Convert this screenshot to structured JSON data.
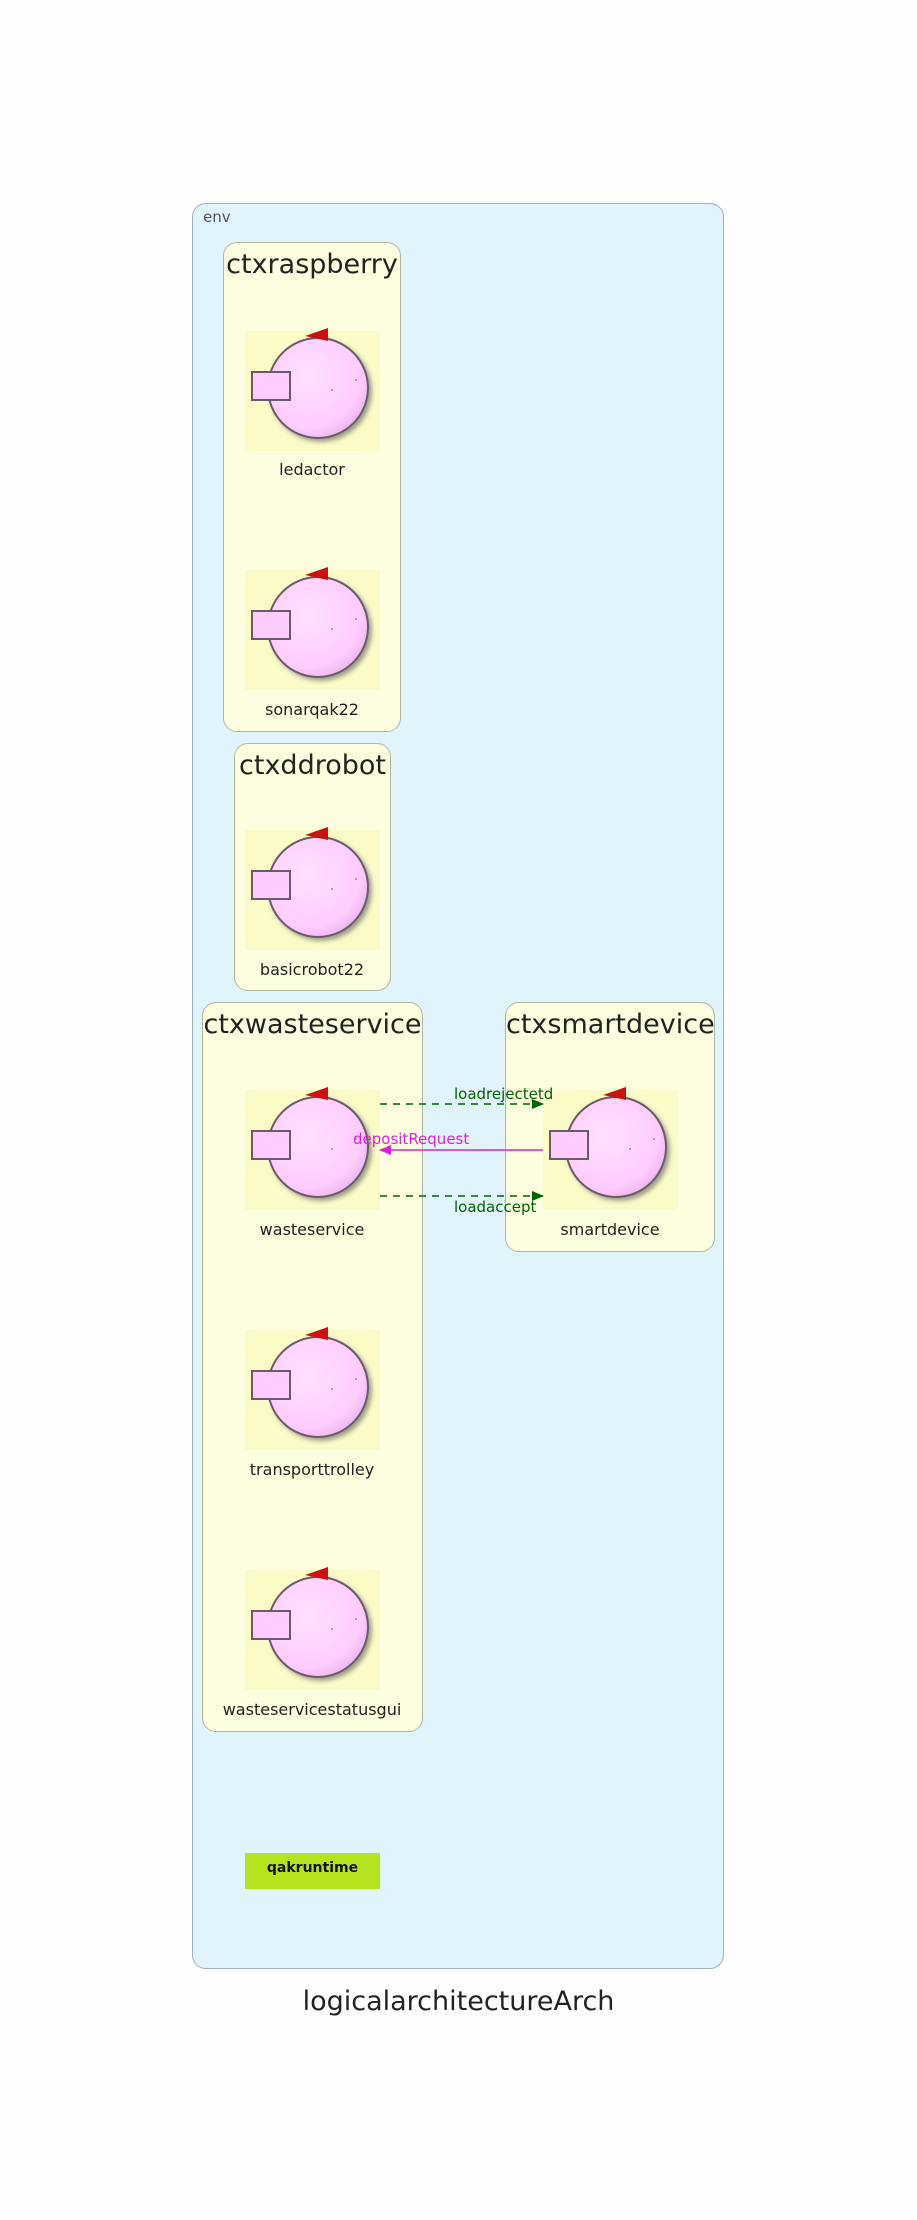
{
  "env": {
    "label": "env"
  },
  "contexts": {
    "ctxraspberry": {
      "title": "ctxraspberry"
    },
    "ctxddrobot": {
      "title": "ctxddrobot"
    },
    "ctxwasteservice": {
      "title": "ctxwasteservice"
    },
    "ctxsmartdevice": {
      "title": "ctxsmartdevice"
    }
  },
  "actors": {
    "ledactor": "ledactor",
    "sonarqak22": "sonarqak22",
    "basicrobot22": "basicrobot22",
    "wasteservice": "wasteservice",
    "transporttrolley": "transporttrolley",
    "wasteservicestatusgui": "wasteservicestatusgui",
    "smartdevice": "smartdevice"
  },
  "messages": {
    "loadrejected": {
      "label": "loadrejectetd",
      "color": "#006400",
      "style": "dashed"
    },
    "depositRequest": {
      "label": "depositRequest",
      "color": "#e020e0",
      "style": "solid"
    },
    "loadaccept": {
      "label": "loadaccept",
      "color": "#006400",
      "style": "dashed"
    }
  },
  "runtime": {
    "label": "qakruntime",
    "color": "#b3e41e"
  },
  "title": "logicalarchitectureArch",
  "colors": {
    "env_bg": "#e1f4fb",
    "context_bg": "#fdfde0",
    "actor_bg": "#fbfbc8",
    "actor_circle": "#ffccff",
    "actor_marker": "#cc1111"
  }
}
